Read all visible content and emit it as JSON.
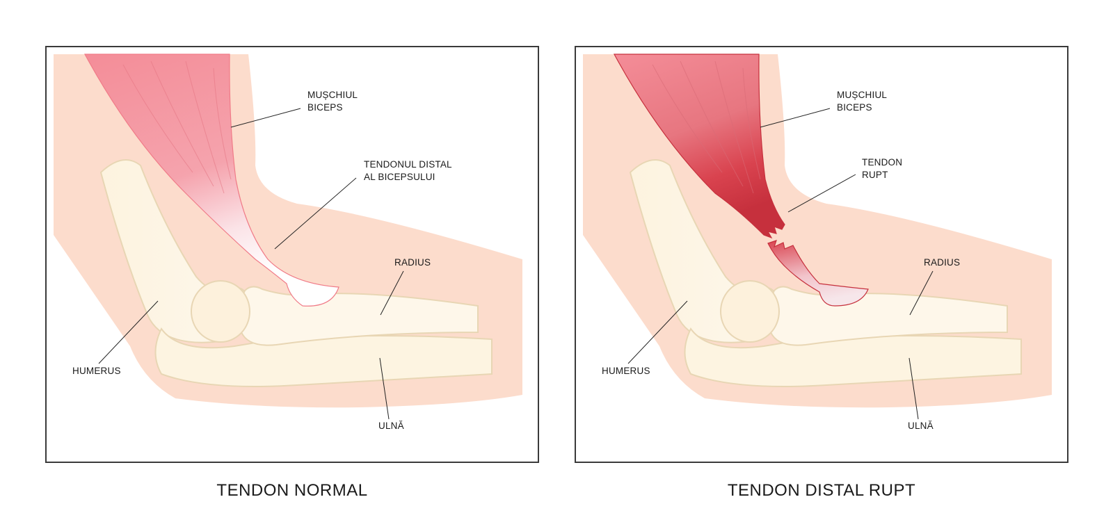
{
  "panels": [
    {
      "title": "TENDON NORMAL",
      "labels": {
        "biceps": [
          "MUȘCHIUL",
          "BICEPS"
        ],
        "tendon": [
          "TENDONUL DISTAL",
          "AL BICEPSULUI"
        ],
        "radius": "RADIUS",
        "humerus": "HUMERUS",
        "ulna": "ULNĂ"
      }
    },
    {
      "title": "TENDON DISTAL RUPT",
      "labels": {
        "biceps": [
          "MUȘCHIUL",
          "BICEPS"
        ],
        "tendon": [
          "TENDON",
          "RUPT"
        ],
        "radius": "RADIUS",
        "humerus": "HUMERUS",
        "ulna": "ULNĂ"
      }
    }
  ],
  "colors": {
    "skin": "#fcdccc",
    "bone": "#fdf4e1",
    "bone_outline": "#e8d6b4",
    "muscle": "#f48d98",
    "muscle_torn": "#d9434f",
    "tendon": "#fbeff0",
    "frame": "#3a3a3a"
  }
}
